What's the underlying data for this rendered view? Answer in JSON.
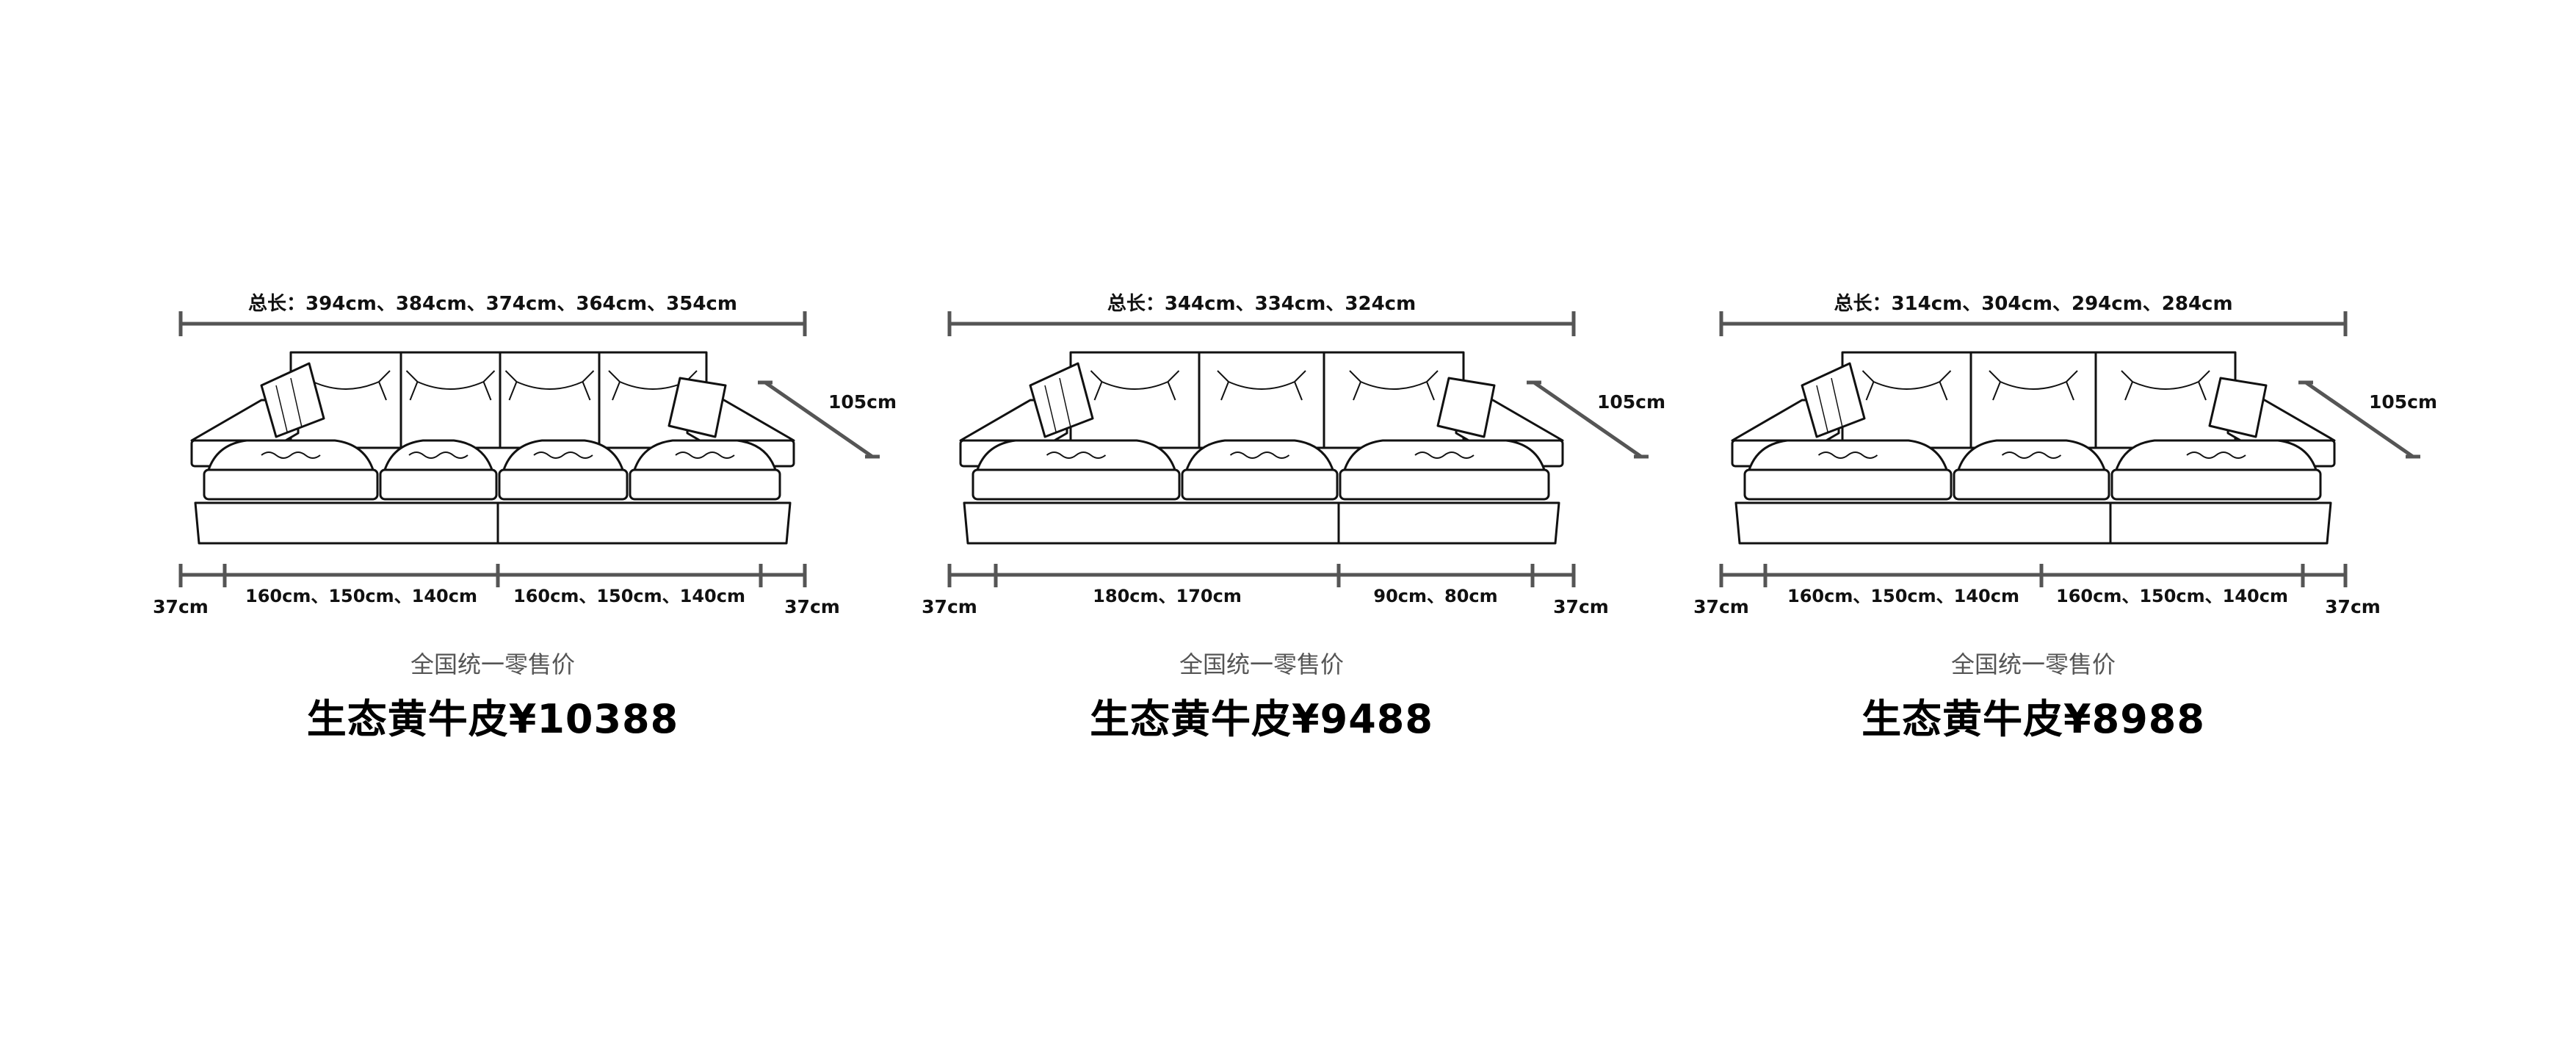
{
  "panels": [
    {
      "total_length": "总长：394cm、384cm、374cm、364cm、354cm",
      "depth": "105cm",
      "left_arm": "37cm",
      "segments": [
        "160cm、150cm、140cm",
        "160cm、150cm、140cm"
      ],
      "right_arm": "37cm",
      "price_label": "全国统一零售价",
      "price": "生态黄牛皮¥10388"
    },
    {
      "total_length": "总长：344cm、334cm、324cm",
      "depth": "105cm",
      "left_arm": "37cm",
      "segments": [
        "180cm、170cm",
        "90cm、80cm"
      ],
      "right_arm": "37cm",
      "price_label": "全国统一零售价",
      "price": "生态黄牛皮¥9488"
    },
    {
      "total_length": "总长：314cm、304cm、294cm、284cm",
      "depth": "105cm",
      "left_arm": "37cm",
      "segments": [
        "160cm、150cm、140cm",
        "160cm、150cm、140cm"
      ],
      "right_arm": "37cm",
      "price_label": "全国统一零售价",
      "price": "生态黄牛皮¥8988"
    }
  ]
}
